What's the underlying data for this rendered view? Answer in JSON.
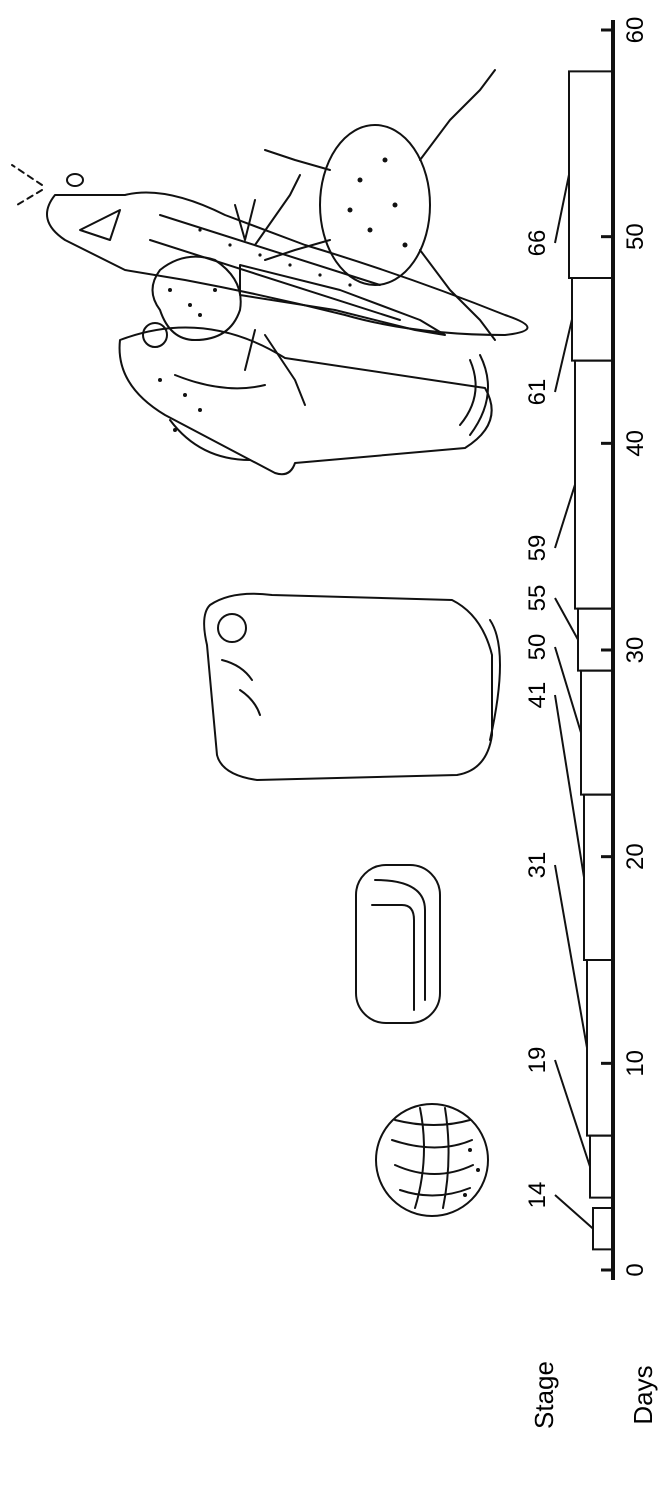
{
  "labels": {
    "stage": "Stage",
    "days": "Days"
  },
  "axis": {
    "ticks": [
      "0",
      "10",
      "20",
      "30",
      "40",
      "50",
      "60"
    ],
    "range": [
      0,
      60
    ]
  },
  "stages": [
    {
      "label": "14",
      "days": [
        1,
        3
      ]
    },
    {
      "label": "19",
      "days": [
        3.5,
        6.5
      ]
    },
    {
      "label": "31",
      "days": [
        6.5,
        15
      ]
    },
    {
      "label": "41",
      "days": [
        15,
        23
      ]
    },
    {
      "label": "50",
      "days": [
        23,
        29
      ]
    },
    {
      "label": "55",
      "days": [
        29,
        32
      ]
    },
    {
      "label": "59",
      "days": [
        32,
        44
      ]
    },
    {
      "label": "61",
      "days": [
        44,
        48
      ]
    },
    {
      "label": "66",
      "days": [
        48,
        58
      ]
    }
  ],
  "illustrations": [
    "egg-icon",
    "neurula-icon",
    "tailbud-embryo-icon",
    "hatching-tadpole-icon",
    "tadpole-icon",
    "metamorphic-froglet-icon",
    "adult-frog-icon"
  ],
  "colors": {
    "ink": "#111111",
    "background": "#ffffff"
  }
}
